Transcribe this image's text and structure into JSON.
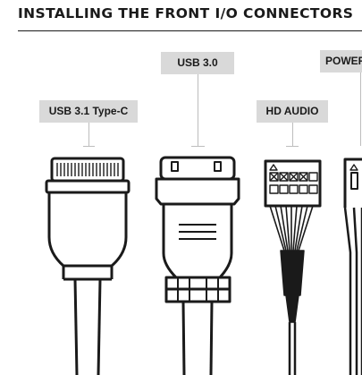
{
  "title": "INSTALLING THE FRONT I/O CONNECTORS",
  "connectors": [
    {
      "id": "usb-c",
      "label": "USB 3.1 Type-C"
    },
    {
      "id": "usb3",
      "label": "USB 3.0"
    },
    {
      "id": "hd-audio",
      "label": "HD AUDIO"
    },
    {
      "id": "power",
      "label": "POWER"
    }
  ],
  "colors": {
    "ink": "#1a1a1a",
    "label_bg": "#d9d9d9",
    "leader": "#bdbdbd",
    "background": "#ffffff"
  }
}
